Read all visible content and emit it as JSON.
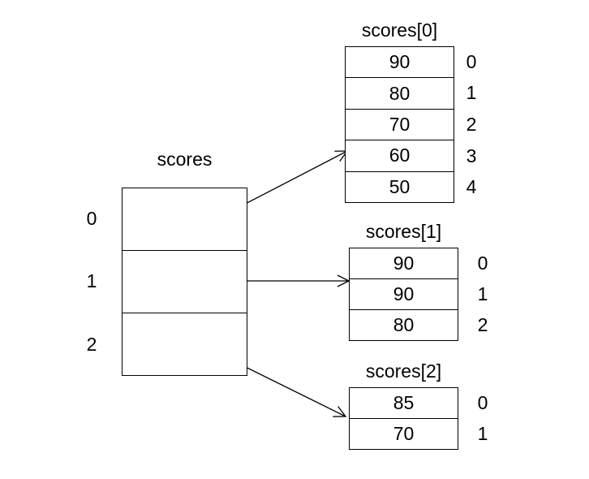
{
  "main_array": {
    "title": "scores",
    "indices": [
      "0",
      "1",
      "2"
    ]
  },
  "sub_arrays": [
    {
      "title": "scores[0]",
      "values": [
        "90",
        "80",
        "70",
        "60",
        "50"
      ],
      "indices": [
        "0",
        "1",
        "2",
        "3",
        "4"
      ]
    },
    {
      "title": "scores[1]",
      "values": [
        "90",
        "90",
        "80"
      ],
      "indices": [
        "0",
        "1",
        "2"
      ]
    },
    {
      "title": "scores[2]",
      "values": [
        "85",
        "70"
      ],
      "indices": [
        "0",
        "1"
      ]
    }
  ],
  "colors": {
    "line": "#000000",
    "background": "#ffffff",
    "text": "#000000"
  }
}
